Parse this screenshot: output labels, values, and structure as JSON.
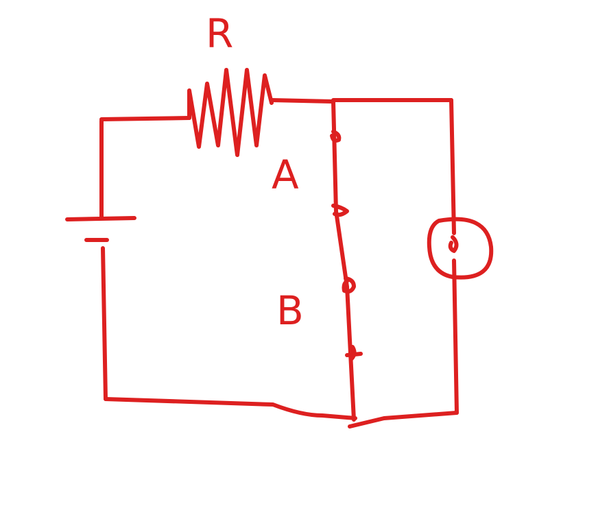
{
  "diagram": {
    "stroke_color": "#dd2020",
    "background_color": "#ffffff",
    "labels": {
      "resistor": "R",
      "terminal_a": "A",
      "terminal_b": "B"
    }
  }
}
